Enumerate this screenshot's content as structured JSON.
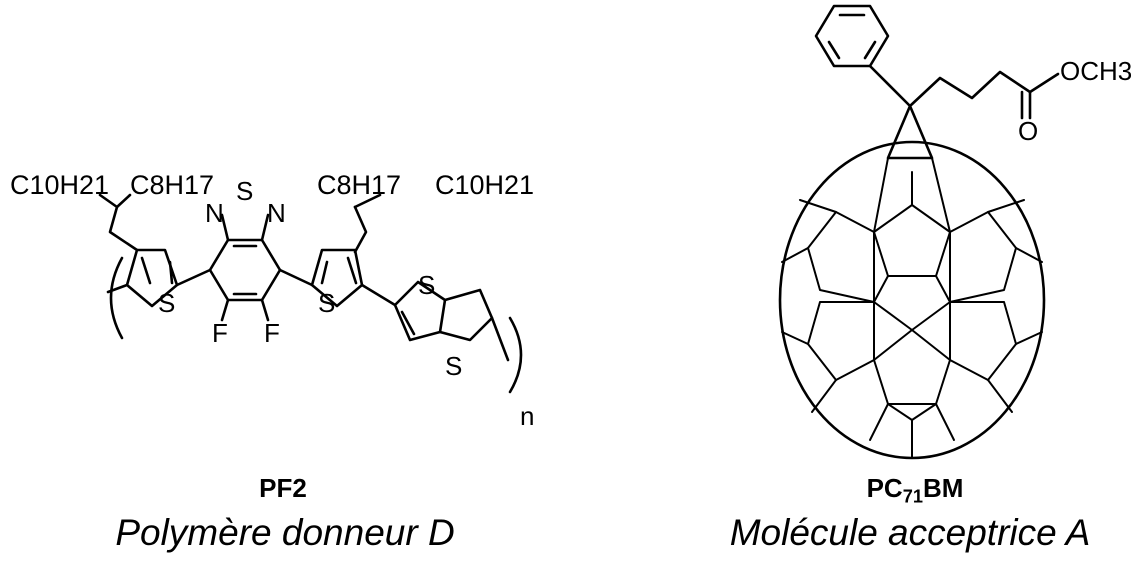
{
  "pf2": {
    "name": "PF2",
    "description": "Polymère donneur D",
    "side_left": "C10H21",
    "side_mid_left": "C8H17",
    "side_mid_right": "C8H17",
    "side_right": "C10H21",
    "atom_s": "S",
    "atom_n": "N",
    "atom_f": "F",
    "repeat_unit": "n"
  },
  "pc71bm": {
    "name_prefix": "PC",
    "name_sub": "71",
    "name_suffix": "BM",
    "description": "Molécule acceptrice A",
    "ester_group": "OCH3",
    "carbonyl_o": "O"
  }
}
